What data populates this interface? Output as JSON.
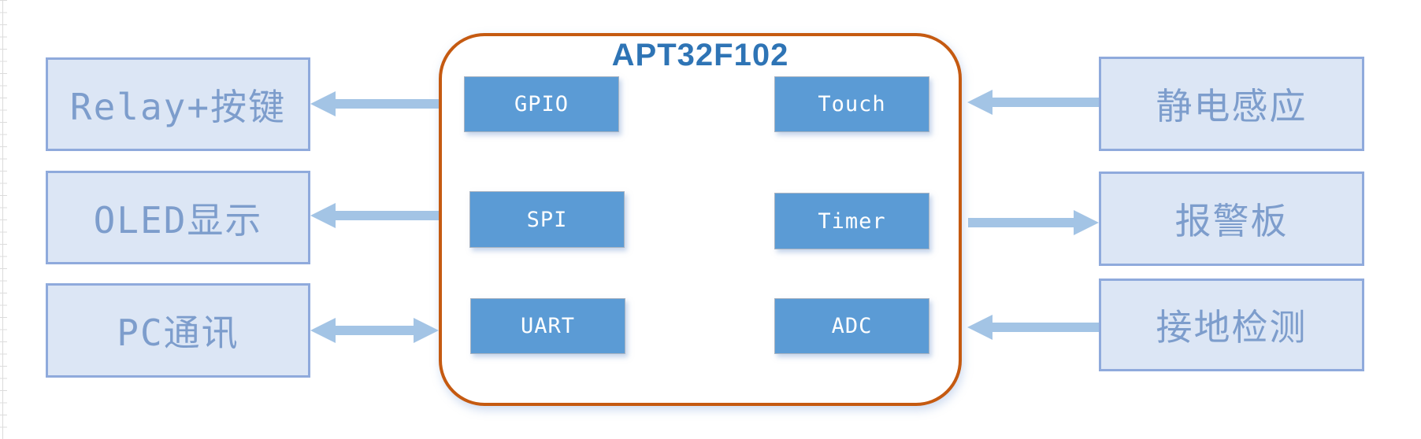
{
  "diagram": {
    "title": "APT32F102",
    "mcu_peripherals": [
      {
        "id": "gpio",
        "label": "GPIO"
      },
      {
        "id": "touch",
        "label": "Touch"
      },
      {
        "id": "spi",
        "label": "SPI"
      },
      {
        "id": "timer",
        "label": "Timer"
      },
      {
        "id": "uart",
        "label": "UART"
      },
      {
        "id": "adc",
        "label": "ADC"
      }
    ],
    "left_modules": [
      {
        "id": "relay-keys",
        "label": "Relay+按键"
      },
      {
        "id": "oled",
        "label": "OLED显示"
      },
      {
        "id": "pc-comm",
        "label": "PC通讯"
      }
    ],
    "right_modules": [
      {
        "id": "esd-sense",
        "label": "静电感应"
      },
      {
        "id": "alarm-board",
        "label": "报警板"
      },
      {
        "id": "ground-check",
        "label": "接地检测"
      }
    ],
    "connections": [
      {
        "from": "GPIO",
        "to": "Relay+按键",
        "direction": "left"
      },
      {
        "from": "SPI",
        "to": "OLED显示",
        "direction": "left"
      },
      {
        "from": "UART",
        "to": "PC通讯",
        "direction": "both"
      },
      {
        "from": "静电感应",
        "to": "Touch",
        "direction": "left"
      },
      {
        "from": "Timer",
        "to": "报警板",
        "direction": "right"
      },
      {
        "from": "接地检测",
        "to": "ADC",
        "direction": "left"
      }
    ],
    "colors": {
      "container_border": "#C55A11",
      "title_text": "#2E74B5",
      "peripheral_fill": "#5B9BD5",
      "peripheral_text": "#FFFFFF",
      "module_fill": "#DCE6F5",
      "module_border": "#8FAADC",
      "module_text": "#7D9DCC",
      "arrow": "#A3C4E5",
      "gridline": "#DCDCDC"
    }
  }
}
